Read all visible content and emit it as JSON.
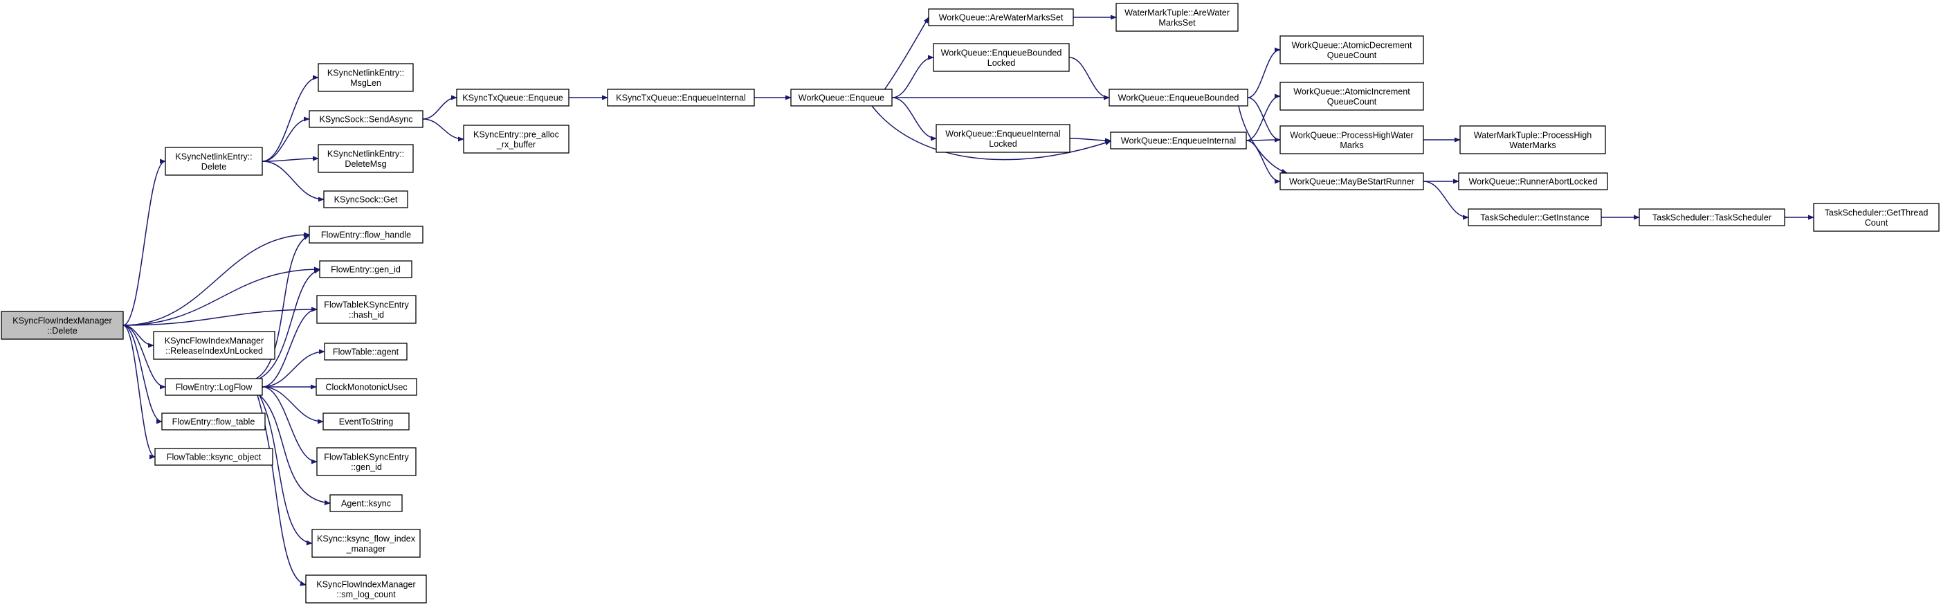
{
  "graph": {
    "title": "",
    "colors": {
      "edge": "#191970",
      "node_border": "#000000",
      "root_fill": "#bfbfbf",
      "node_fill": "#ffffff"
    },
    "nodes": [
      {
        "id": "root",
        "lines": [
          "KSyncFlowIndexManager",
          "::Delete"
        ]
      },
      {
        "id": "kne_delete",
        "lines": [
          "KSyncNetlinkEntry::",
          "Delete"
        ]
      },
      {
        "id": "kne_msglen",
        "lines": [
          "KSyncNetlinkEntry::",
          "MsgLen"
        ]
      },
      {
        "id": "ksock_sendasync",
        "lines": [
          "KSyncSock::SendAsync"
        ]
      },
      {
        "id": "kne_deletemsg",
        "lines": [
          "KSyncNetlinkEntry::",
          "DeleteMsg"
        ]
      },
      {
        "id": "ksock_get",
        "lines": [
          "KSyncSock::Get"
        ]
      },
      {
        "id": "ktxq_enqueue",
        "lines": [
          "KSyncTxQueue::Enqueue"
        ]
      },
      {
        "id": "ke_prealloc",
        "lines": [
          "KSyncEntry::pre_alloc",
          "_rx_buffer"
        ]
      },
      {
        "id": "ktxq_enqint",
        "lines": [
          "KSyncTxQueue::EnqueueInternal"
        ]
      },
      {
        "id": "wq_enqueue",
        "lines": [
          "WorkQueue::Enqueue"
        ]
      },
      {
        "id": "wq_arewm",
        "lines": [
          "WorkQueue::AreWaterMarksSet"
        ]
      },
      {
        "id": "wmt_arewm",
        "lines": [
          "WaterMarkTuple::AreWater",
          "MarksSet"
        ]
      },
      {
        "id": "wq_enqbl",
        "lines": [
          "WorkQueue::EnqueueBounded",
          "Locked"
        ]
      },
      {
        "id": "wq_enqb",
        "lines": [
          "WorkQueue::EnqueueBounded"
        ]
      },
      {
        "id": "wq_enqil",
        "lines": [
          "WorkQueue::EnqueueInternal",
          "Locked"
        ]
      },
      {
        "id": "wq_enqi",
        "lines": [
          "WorkQueue::EnqueueInternal"
        ]
      },
      {
        "id": "wq_atdec",
        "lines": [
          "WorkQueue::AtomicDecrement",
          "QueueCount"
        ]
      },
      {
        "id": "wq_atinc",
        "lines": [
          "WorkQueue::AtomicIncrement",
          "QueueCount"
        ]
      },
      {
        "id": "wq_phwm",
        "lines": [
          "WorkQueue::ProcessHighWater",
          "Marks"
        ]
      },
      {
        "id": "wmt_phwm",
        "lines": [
          "WaterMarkTuple::ProcessHigh",
          "WaterMarks"
        ]
      },
      {
        "id": "wq_mbsr",
        "lines": [
          "WorkQueue::MayBeStartRunner"
        ]
      },
      {
        "id": "wq_ral",
        "lines": [
          "WorkQueue::RunnerAbortLocked"
        ]
      },
      {
        "id": "ts_getinst",
        "lines": [
          "TaskScheduler::GetInstance"
        ]
      },
      {
        "id": "ts_ts",
        "lines": [
          "TaskScheduler::TaskScheduler"
        ]
      },
      {
        "id": "ts_gtc",
        "lines": [
          "TaskScheduler::GetThread",
          "Count"
        ]
      },
      {
        "id": "fe_flowhandle",
        "lines": [
          "FlowEntry::flow_handle"
        ]
      },
      {
        "id": "fe_genid",
        "lines": [
          "FlowEntry::gen_id"
        ]
      },
      {
        "id": "ftke_hashid",
        "lines": [
          "FlowTableKSyncEntry",
          "::hash_id"
        ]
      },
      {
        "id": "kfim_release",
        "lines": [
          "KSyncFlowIndexManager",
          "::ReleaseIndexUnLocked"
        ]
      },
      {
        "id": "ft_agent",
        "lines": [
          "FlowTable::agent"
        ]
      },
      {
        "id": "fe_logflow",
        "lines": [
          "FlowEntry::LogFlow"
        ]
      },
      {
        "id": "clock_mono",
        "lines": [
          "ClockMonotonicUsec"
        ]
      },
      {
        "id": "event_tostr",
        "lines": [
          "EventToString"
        ]
      },
      {
        "id": "fe_flowtable",
        "lines": [
          "FlowEntry::flow_table"
        ]
      },
      {
        "id": "ftke_genid",
        "lines": [
          "FlowTableKSyncEntry",
          "::gen_id"
        ]
      },
      {
        "id": "ft_ksyncobj",
        "lines": [
          "FlowTable::ksync_object"
        ]
      },
      {
        "id": "agent_ksync",
        "lines": [
          "Agent::ksync"
        ]
      },
      {
        "id": "ksync_kfim",
        "lines": [
          "KSync::ksync_flow_index",
          "_manager"
        ]
      },
      {
        "id": "kfim_smlog",
        "lines": [
          "KSyncFlowIndexManager",
          "::sm_log_count"
        ]
      }
    ]
  }
}
